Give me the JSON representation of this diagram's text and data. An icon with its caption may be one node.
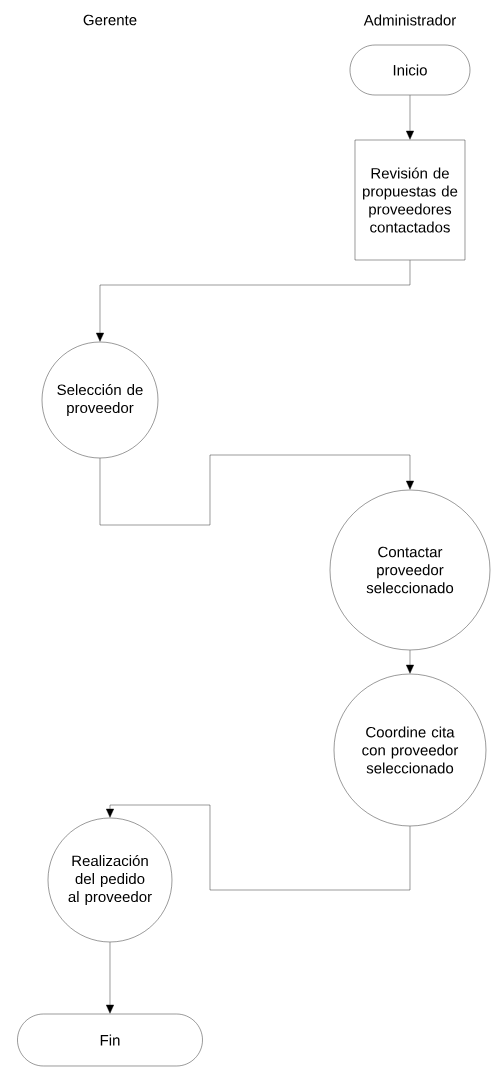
{
  "diagram": {
    "nodes": [
      {
        "text": [
          "Inicio"
        ]
      },
      {
        "text": [
          "Revisión de propuestas de proveedores contactados"
        ]
      },
      {
        "text": [
          "Selección de proveedor"
        ]
      },
      {
        "text": [
          "Contactar proveedor seleccionado"
        ]
      },
      {
        "text": [
          "Coordine cita con proveedor seleccionado"
        ]
      },
      {
        "text": [
          "Realización del pedido al proveedor"
        ]
      },
      {
        "text": [
          "Fin"
        ]
      }
    ],
    "edges": [
      {
        "from": 0,
        "to": 1,
        "arrow": "to"
      },
      {
        "from": 1,
        "to": 2,
        "arrow": "to"
      },
      {
        "from": 2,
        "to": 3,
        "arrow": "to"
      },
      {
        "from": 3,
        "to": 4,
        "arrow": "to"
      },
      {
        "from": 4,
        "to": 5,
        "arrow": "to"
      },
      {
        "from": 5,
        "to": 6,
        "arrow": "to"
      }
    ],
    "labels": [
      "Gerente",
      "Administrador"
    ]
  }
}
